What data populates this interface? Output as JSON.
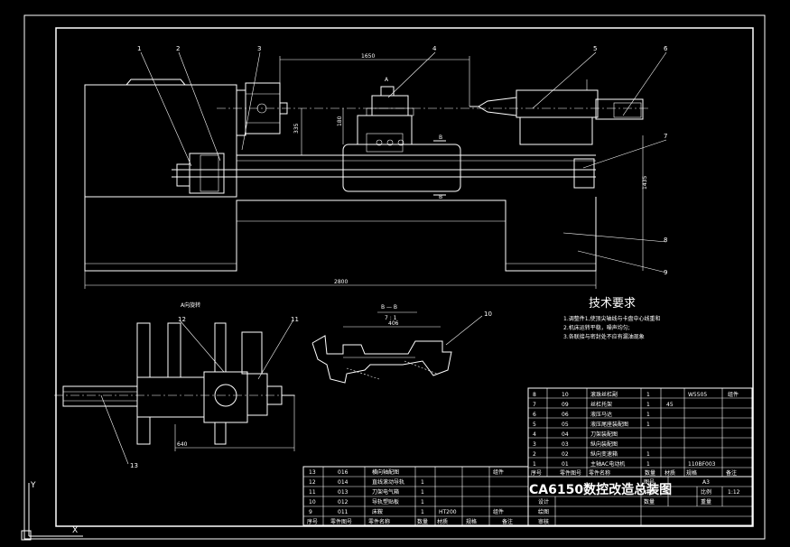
{
  "drawing": {
    "title": "CA6150数控改造总装图",
    "tech_requirements": {
      "heading": "技术要求",
      "lines": [
        "1.调整件1,使顶尖轴线与卡盘中心线重和",
        "2.机床运转平稳，噪声均匀;",
        "3.各联接与密封处不应有漏油现象"
      ]
    },
    "views": {
      "a_view": "A向旋转",
      "section": "B — B",
      "section_scale": "7 : 1",
      "b_mark": "B",
      "a_mark": "A"
    },
    "dimensions": {
      "top": "1650",
      "height": "335",
      "mid": "180",
      "length": "2800",
      "right": "1435",
      "section_w": "406",
      "left_w": "640"
    },
    "balloons": [
      "1",
      "2",
      "3",
      "4",
      "5",
      "6",
      "7",
      "8",
      "9",
      "10",
      "11",
      "12",
      "13"
    ],
    "bom_upper": [
      [
        "8",
        "10",
        "滚珠丝杠副",
        "1",
        "",
        "W5505",
        "组件"
      ],
      [
        "7",
        "09",
        "丝杠托架",
        "1",
        "45",
        "",
        ""
      ],
      [
        "6",
        "06",
        "液压马达",
        "1",
        "",
        "",
        ""
      ],
      [
        "5",
        "05",
        "液压尾座装配图",
        "1",
        "",
        "",
        ""
      ],
      [
        "4",
        "04",
        "刀架装配图",
        "",
        "",
        "",
        ""
      ],
      [
        "3",
        "03",
        "纵向装配图",
        "",
        "",
        "",
        ""
      ],
      [
        "2",
        "02",
        "纵向变速箱",
        "1",
        "",
        "",
        ""
      ],
      [
        "1",
        "01",
        "主轴AC电动机",
        "1",
        "",
        "110BF003",
        ""
      ]
    ],
    "bom_upper_header": [
      "序号",
      "零件图号",
      "零件名称",
      "数量",
      "材质",
      "规格",
      "备注"
    ],
    "bom_lower": [
      [
        "13",
        "016",
        "横向轴配图",
        "",
        "",
        "组件"
      ],
      [
        "12",
        "014",
        "直线滚动导轨",
        "1",
        "",
        ""
      ],
      [
        "11",
        "013",
        "刀架电气箱",
        "1",
        "",
        ""
      ],
      [
        "10",
        "012",
        "导轨塑贴板",
        "1",
        "",
        ""
      ],
      [
        "9",
        "011",
        "床鞍",
        "1",
        "HT200",
        "组件"
      ]
    ],
    "bom_lower_header": [
      "序号",
      "零件图号",
      "零件名称",
      "数量",
      "材质",
      "规格",
      "备注"
    ],
    "title_block": {
      "tuhao": "图号",
      "cailiao": "材料",
      "shuliang": "数量",
      "bili": "比例",
      "bili_val": "1:12",
      "zhongliang": "重量",
      "a3": "A3",
      "sheji": "设计",
      "huitu": "绘图",
      "shenhe": "审核"
    }
  }
}
